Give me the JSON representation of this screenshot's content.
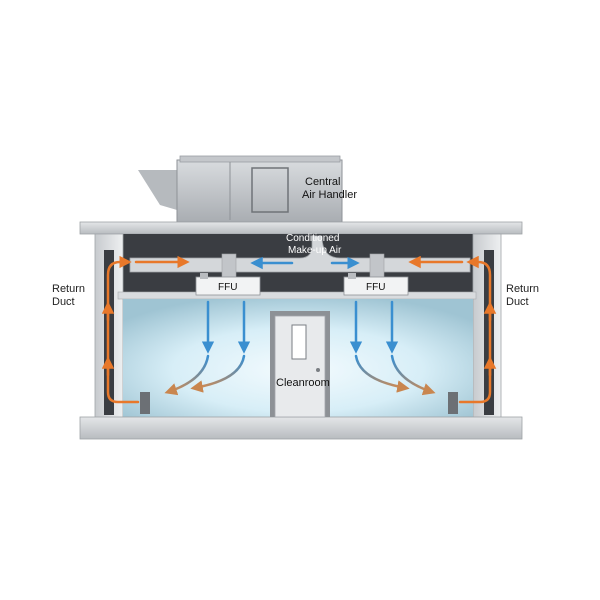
{
  "labels": {
    "air_handler_line1": "Central",
    "air_handler_line2": "Air Handler",
    "makeup_line1": "Conditioned",
    "makeup_line2": "Make-up Air",
    "return_left_line1": "Return",
    "return_left_line2": "Duct",
    "return_right_line1": "Return",
    "return_right_line2": "Duct",
    "ffu_left": "FFU",
    "ffu_right": "FFU",
    "cleanroom": "Cleanroom"
  },
  "colors": {
    "return_air": "#e8782a",
    "supply_air": "#3a8fd0",
    "room_glow": "#d8eef6",
    "structure_gray": "#c9ccd0",
    "dark_panel": "#3a3d42"
  }
}
